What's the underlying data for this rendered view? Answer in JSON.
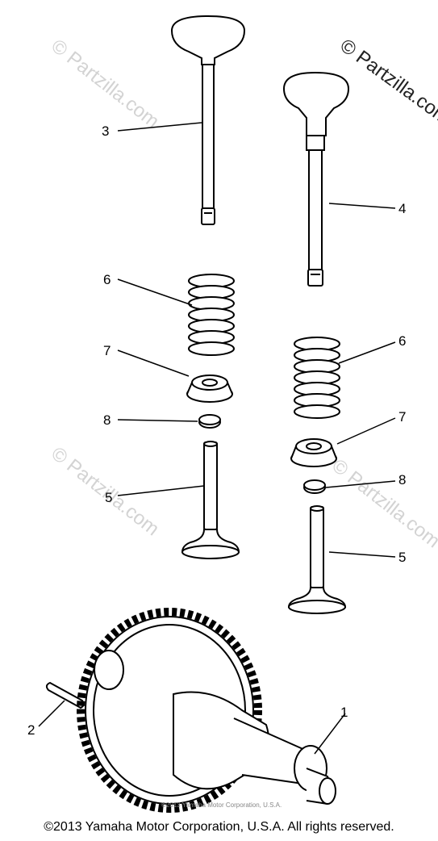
{
  "callouts": {
    "c1": "1",
    "c2": "2",
    "c3": "3",
    "c4": "4",
    "c5a": "5",
    "c5b": "5",
    "c6a": "6",
    "c6b": "6",
    "c7a": "7",
    "c7b": "7",
    "c8a": "8",
    "c8b": "8"
  },
  "watermark": {
    "top_right": "© Partzilla.com",
    "repeat": "© Partzilla.com"
  },
  "inner_copyright": "©2013 Yamaha Motor Corporation, U.S.A.",
  "copyright": "©2013 Yamaha Motor Corporation, U.S.A. All rights reserved."
}
